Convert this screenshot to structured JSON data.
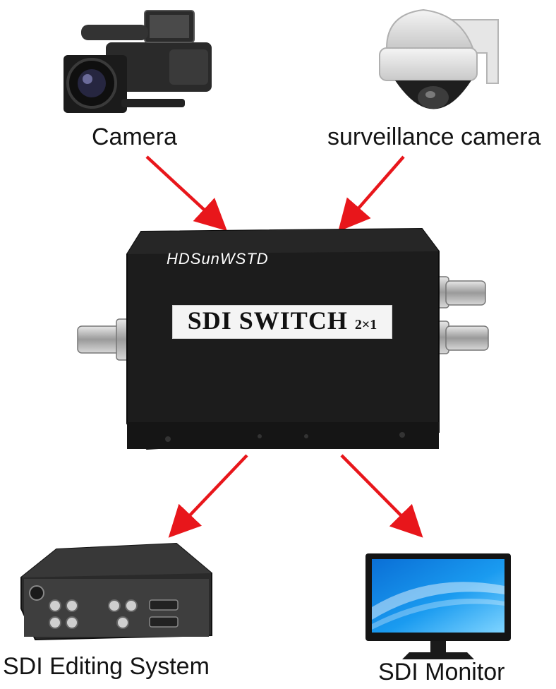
{
  "labels": {
    "camera": "Camera",
    "surveillance": "surveillance camera",
    "editing": "SDI Editing System",
    "monitor": "SDI Monitor"
  },
  "device": {
    "brand": "HDSunWSTD",
    "label_main": "SDI SWITCH",
    "label_sub": "2×1"
  },
  "colors": {
    "arrow": "#e8161b",
    "device_body": "#1c1c1c",
    "background": "#ffffff"
  },
  "icons": {
    "camera": "camcorder-icon",
    "surveillance": "dome-camera-icon",
    "editing": "editing-system-icon",
    "monitor": "monitor-icon"
  }
}
